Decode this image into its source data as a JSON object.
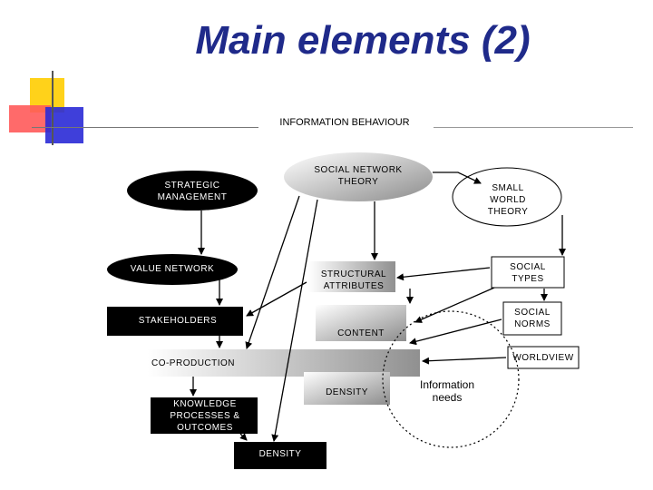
{
  "slide": {
    "title": "Main elements (2)"
  },
  "diagram": {
    "header": "INFORMATION BEHAVIOUR",
    "nodes": {
      "strategic_management": "STRATEGIC\nMANAGEMENT",
      "social_network_theory": "SOCIAL NETWORK\nTHEORY",
      "small_world_theory": "SMALL\nWORLD\nTHEORY",
      "value_network": "VALUE NETWORK",
      "structural_attributes": "STRUCTURAL\nATTRIBUTES",
      "social_types": "SOCIAL\nTYPES",
      "stakeholders": "STAKEHOLDERS",
      "content": "CONTENT",
      "social_norms": "SOCIAL\nNORMS",
      "co_production": "CO-PRODUCTION",
      "worldview": "WORLDVIEW",
      "density_upper": "DENSITY",
      "information_needs": "Information\nneeds",
      "knowledge_processes": "KNOWLEDGE\nPROCESSES &\nOUTCOMES",
      "density_lower": "DENSITY"
    }
  },
  "colors": {
    "title": "#1f2a8a",
    "deco_yellow": "#ffd21a",
    "deco_red": "#ff4d4d",
    "deco_blue": "#2a2ad6"
  }
}
